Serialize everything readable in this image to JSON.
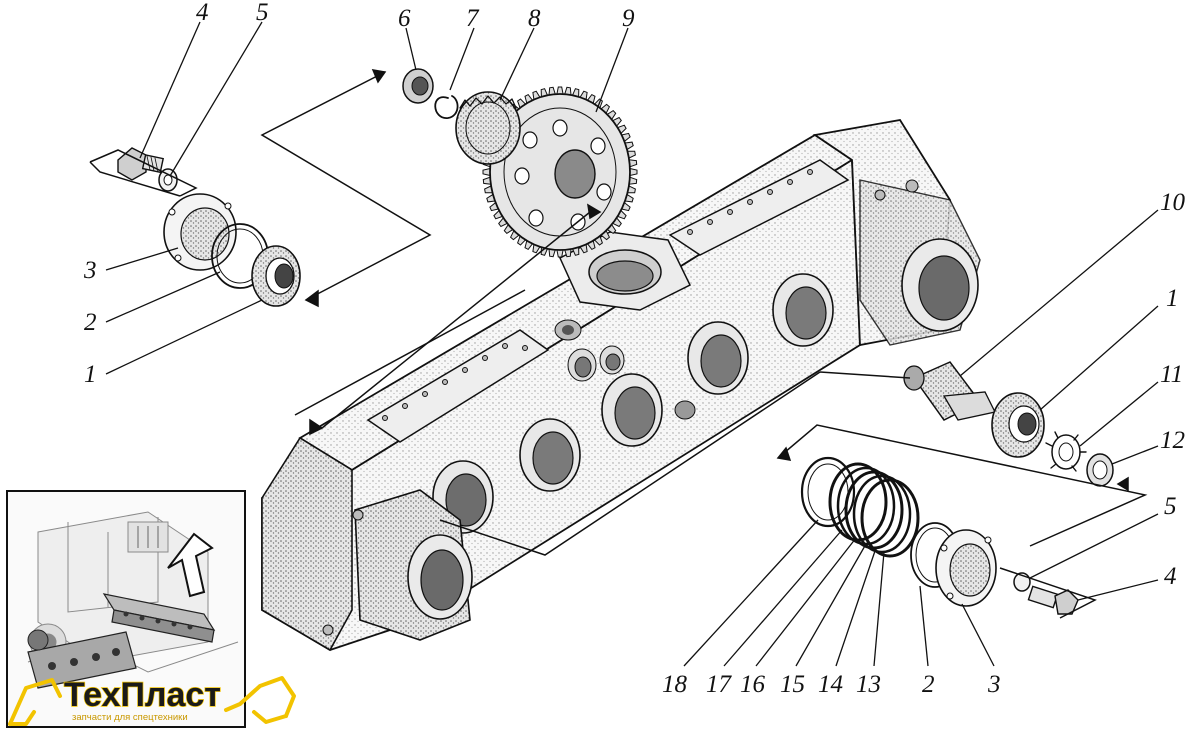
{
  "diagram": {
    "callouts": {
      "c4a": "4",
      "c5a": "5",
      "c3a": "3",
      "c2a": "2",
      "c1a": "1",
      "c6": "6",
      "c7": "7",
      "c8": "8",
      "c9": "9",
      "c10": "10",
      "c1b": "1",
      "c11": "11",
      "c12": "12",
      "c5b": "5",
      "c4b": "4",
      "c18": "18",
      "c17": "17",
      "c16": "16",
      "c15": "15",
      "c14": "14",
      "c13": "13",
      "c2b": "2",
      "c3b": "3"
    }
  },
  "logo": {
    "brand": "ТехПласт",
    "tagline": "запчасти для спецтехники"
  },
  "colors": {
    "ink": "#111111",
    "paper": "#ffffff",
    "brand_yellow": "#f2c300"
  }
}
